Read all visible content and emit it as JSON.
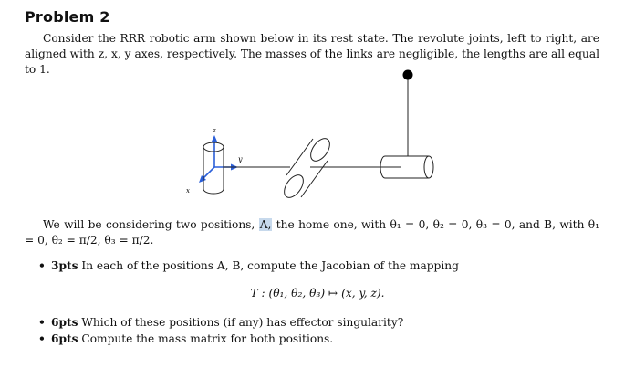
{
  "heading": "Problem 2",
  "intro": "Consider the RRR robotic arm shown below in its rest state. The revolute joints, left to right, are aligned with z, x, y axes, respectively. The masses of the links are negligible, the lengths are all equal to 1.",
  "figure": {
    "axis_labels": {
      "z": "z",
      "y": "y",
      "x": "x"
    }
  },
  "positions": {
    "text_before_a": "We will be considering two positions,",
    "label_a": "A,",
    "text_after_a": "the home one, with θ",
    "rest": "₁ = 0, θ₂ = 0, θ₃ = 0, and B, with θ₁ = 0, θ₂ = π/2, θ₃ = π/2."
  },
  "bullets": [
    {
      "points": "3pts",
      "text": "In each of the positions A, B, compute the Jacobian of the mapping"
    },
    {
      "points": "6pts",
      "text": "Which of these positions (if any) has effector singularity?"
    },
    {
      "points": "6pts",
      "text": "Compute the mass matrix for both positions."
    }
  ],
  "formula": "T : (θ₁, θ₂, θ₃) ↦ (x, y, z)."
}
